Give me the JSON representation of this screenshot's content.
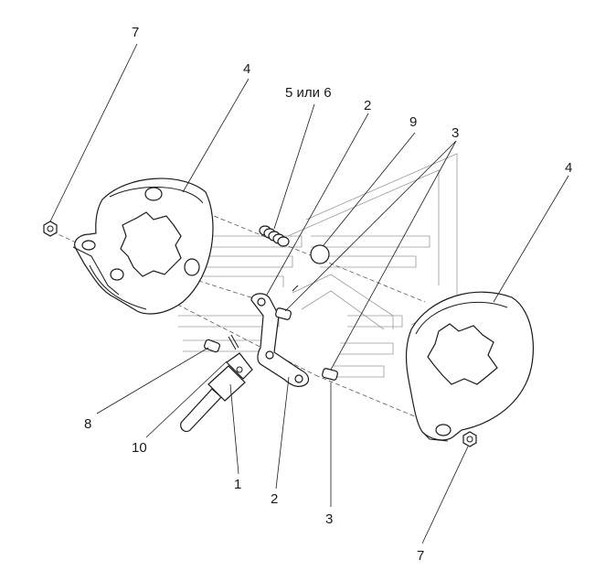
{
  "callouts": [
    {
      "id": "c7a",
      "text": "7"
    },
    {
      "id": "c4a",
      "text": "4"
    },
    {
      "id": "c56",
      "text": "5 или 6"
    },
    {
      "id": "c2a",
      "text": "2"
    },
    {
      "id": "c9",
      "text": "9"
    },
    {
      "id": "c3a",
      "text": "3"
    },
    {
      "id": "c4b",
      "text": "4"
    },
    {
      "id": "c8",
      "text": "8"
    },
    {
      "id": "c10",
      "text": "10"
    },
    {
      "id": "c1",
      "text": "1"
    },
    {
      "id": "c2b",
      "text": "2"
    },
    {
      "id": "c3b",
      "text": "3"
    },
    {
      "id": "c7b",
      "text": "7"
    }
  ],
  "colors": {
    "line": "#1a1a1a",
    "ghost": "#9a9a9a",
    "shade": "#d8d8d8"
  }
}
